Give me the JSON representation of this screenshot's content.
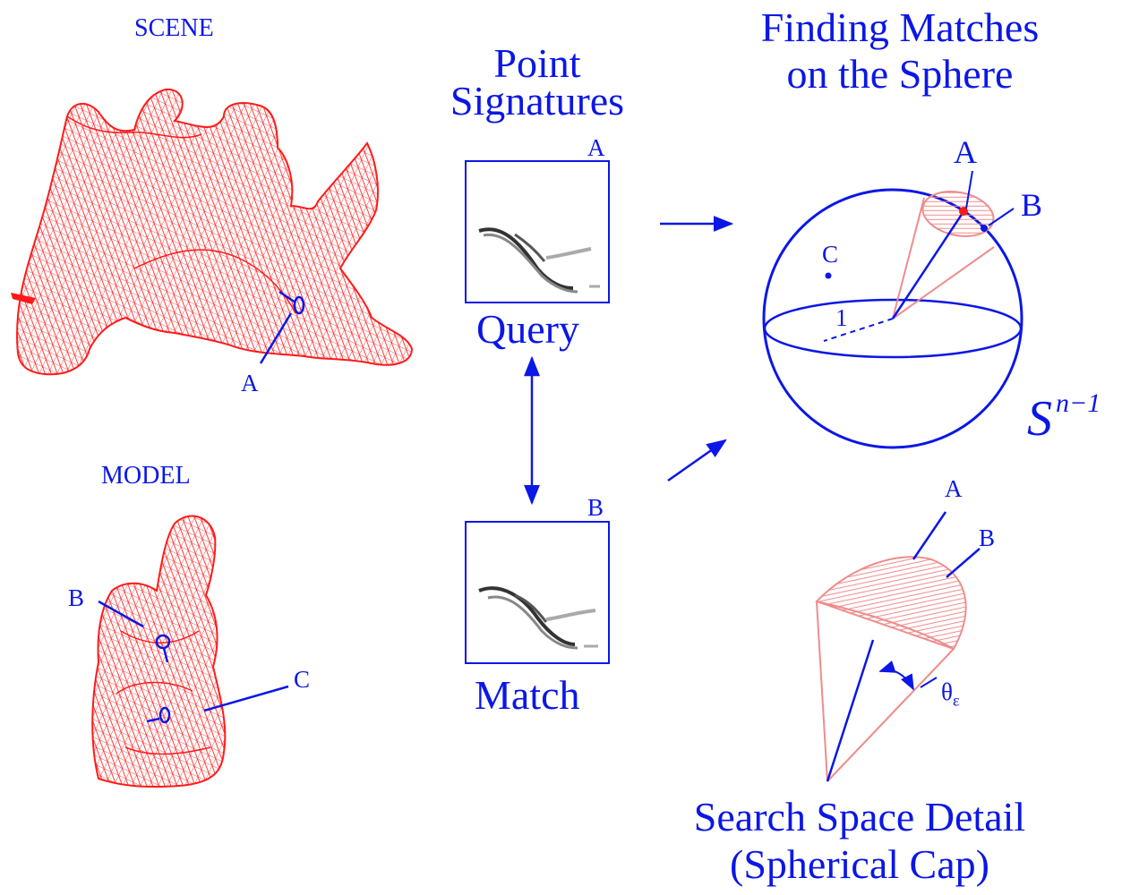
{
  "titles": {
    "scene": "SCENE",
    "model": "MODEL",
    "point_signatures": [
      "Point",
      "Signatures"
    ],
    "finding_matches": [
      "Finding Matches",
      "on the Sphere"
    ],
    "search_space": [
      "Search Space Detail",
      "(Spherical Cap)"
    ]
  },
  "signatures": {
    "query_tag": "A",
    "query_label": "Query",
    "match_tag": "B",
    "match_label": "Match"
  },
  "scene_labels": {
    "a": "A"
  },
  "model_labels": {
    "b": "B",
    "c": "C"
  },
  "sphere": {
    "a": "A",
    "b": "B",
    "c": "C",
    "radius_label": "1",
    "space_base": "S",
    "space_exp": "n−1"
  },
  "cap": {
    "a": "A",
    "b": "B",
    "theta": "θ",
    "theta_sub": "ε"
  },
  "colors": {
    "ink": "#0b17e6",
    "mesh": "#ff1a1a",
    "cap": "#f08c8c"
  }
}
